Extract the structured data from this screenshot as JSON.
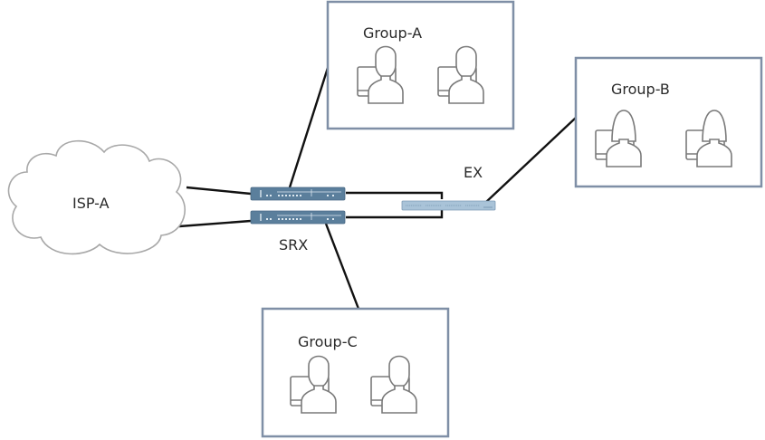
{
  "diagram": {
    "cloud": {
      "label": "ISP-A"
    },
    "firewall": {
      "label": "SRX",
      "units": 2,
      "color": "#5b7f9c"
    },
    "switch": {
      "label": "EX",
      "color": "#a9c3d8"
    },
    "groups": [
      {
        "id": "group-a",
        "label": "Group-A",
        "users": [
          "male",
          "male"
        ]
      },
      {
        "id": "group-b",
        "label": "Group-B",
        "users": [
          "female",
          "female"
        ]
      },
      {
        "id": "group-c",
        "label": "Group-C",
        "users": [
          "male",
          "male"
        ]
      }
    ],
    "connections": [
      {
        "from": "ISP-A",
        "to": "SRX-1"
      },
      {
        "from": "ISP-A",
        "to": "SRX-2"
      },
      {
        "from": "SRX-1",
        "to": "EX"
      },
      {
        "from": "SRX-2",
        "to": "EX"
      },
      {
        "from": "SRX",
        "to": "Group-A"
      },
      {
        "from": "EX",
        "to": "Group-B"
      },
      {
        "from": "SRX",
        "to": "Group-C"
      }
    ]
  }
}
